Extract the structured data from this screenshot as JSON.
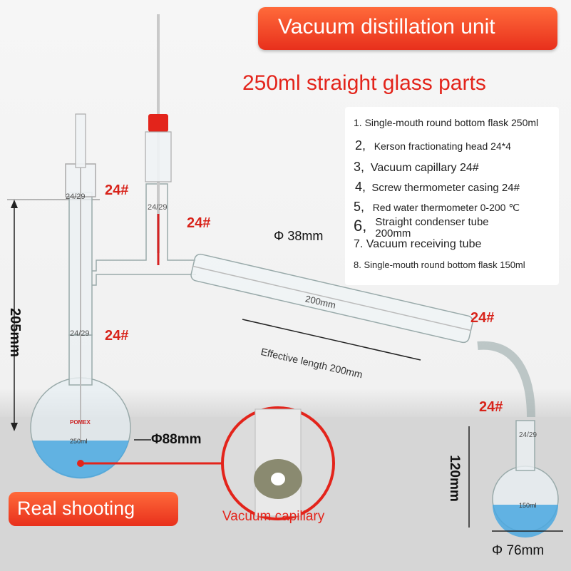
{
  "header": {
    "title": "Vacuum distillation unit",
    "subtitle": "250ml straight glass parts"
  },
  "specs": [
    {
      "num": "1.",
      "text": "Single-mouth round bottom flask 250ml"
    },
    {
      "num": "2,",
      "text": "Kerson fractionating head 24*4"
    },
    {
      "num": "3,",
      "text": "Vacuum capillary 24#"
    },
    {
      "num": "4,",
      "text": "Screw thermometer casing 24#"
    },
    {
      "num": "5,",
      "text": "Red water thermometer 0-200 ℃"
    },
    {
      "num": "6,",
      "text": "Straight condenser tube 200mm"
    },
    {
      "num": "7.",
      "text": "Vacuum receiving tube"
    },
    {
      "num": "8.",
      "text": "Single-mouth round bottom flask 150ml"
    }
  ],
  "joint_labels": [
    "24#",
    "24#",
    "24#",
    "24#",
    "24#"
  ],
  "dimensions": {
    "height_left": "205mm",
    "flask_dia": "Φ88mm",
    "condenser_dia": "Φ 38mm",
    "effective_length": "Effective length 200mm",
    "receiver_height": "120mm",
    "receiver_dia": "Φ 76mm"
  },
  "glass_marks": {
    "joint": "24/29",
    "brand": "POMEX",
    "condenser_len": "200mm",
    "flask_large": "250ml",
    "flask_small": "150ml"
  },
  "badges": {
    "real_shooting": "Real shooting",
    "capillary_caption": "Vacuum capillary"
  },
  "colors": {
    "accent": "#e8301c",
    "label_red": "#d8231a",
    "liquid_blue": "#4aa8e0"
  }
}
